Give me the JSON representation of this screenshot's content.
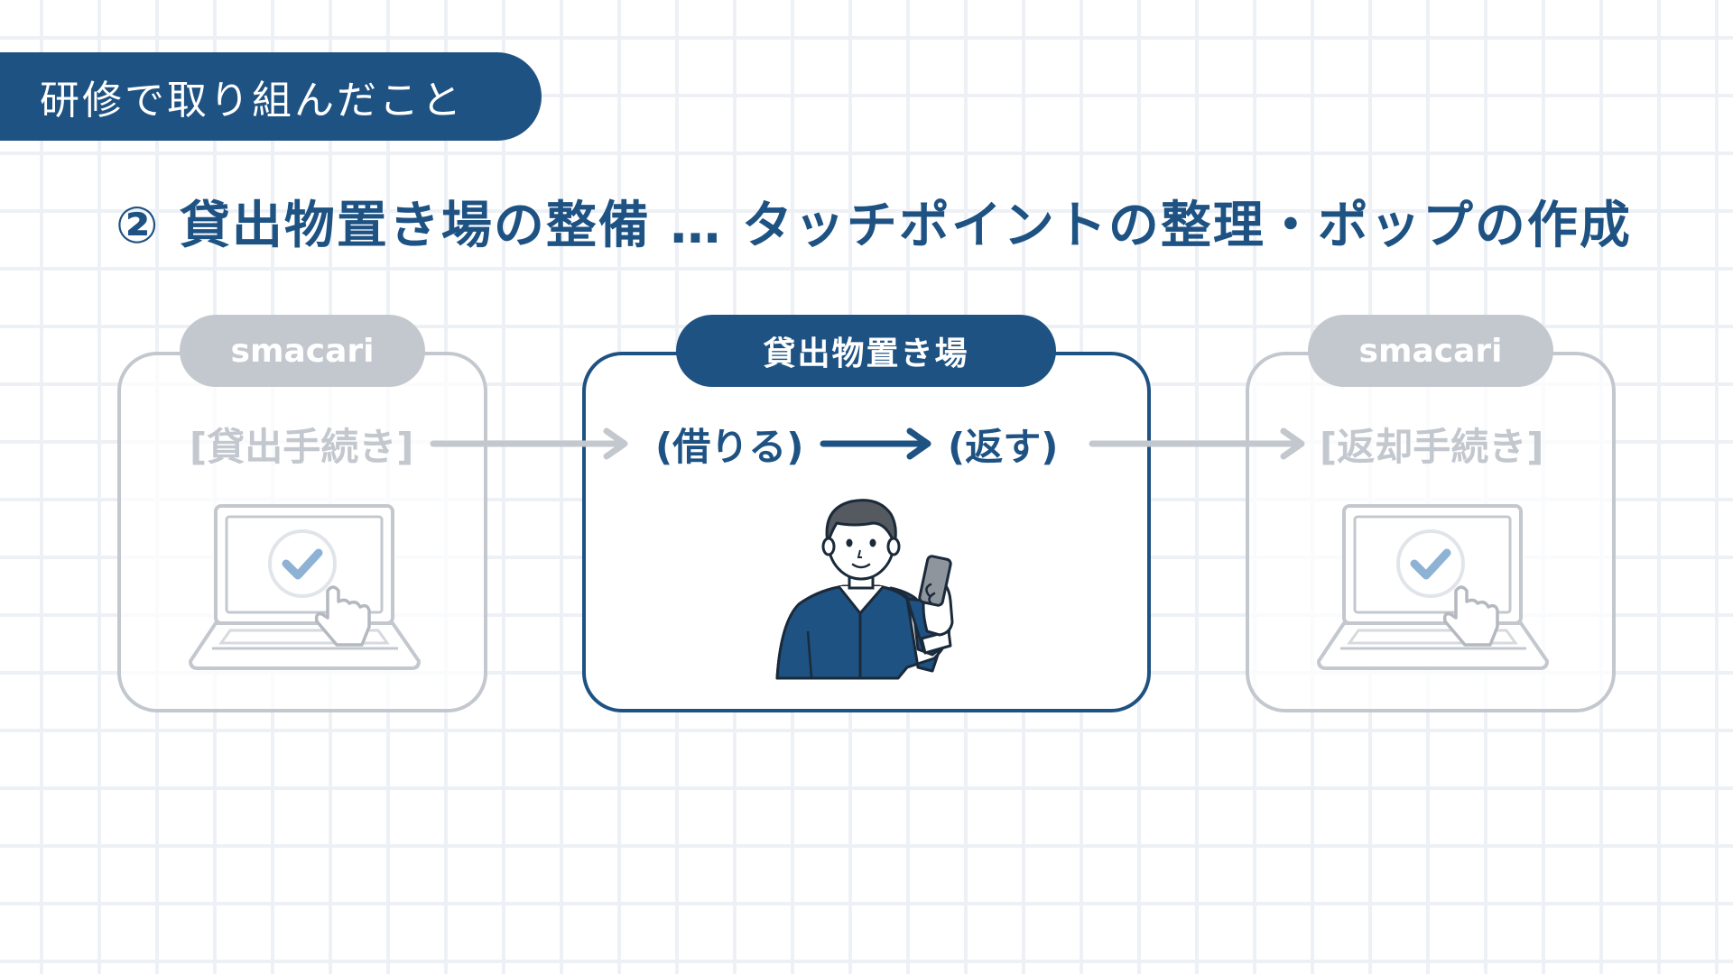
{
  "header": {
    "tag": "研修で取り組んだこと"
  },
  "heading": {
    "title": "② 貸出物置き場の整備 … タッチポイントの整理・ポップの作成"
  },
  "flow": {
    "left": {
      "label": "smacari",
      "step": "[貸出手続き]"
    },
    "center": {
      "label": "貸出物置き場",
      "step_borrow": "(借りる)",
      "step_return": "(返す)"
    },
    "right": {
      "label": "smacari",
      "step": "[返却手続き]"
    }
  },
  "icons": {
    "left_illustration": "laptop-check-icon",
    "center_illustration": "person-with-phone-icon",
    "right_illustration": "laptop-check-icon"
  },
  "colors": {
    "accent": "#1e5283",
    "muted": "#c3c8cf",
    "grid": "#edf1f6"
  }
}
